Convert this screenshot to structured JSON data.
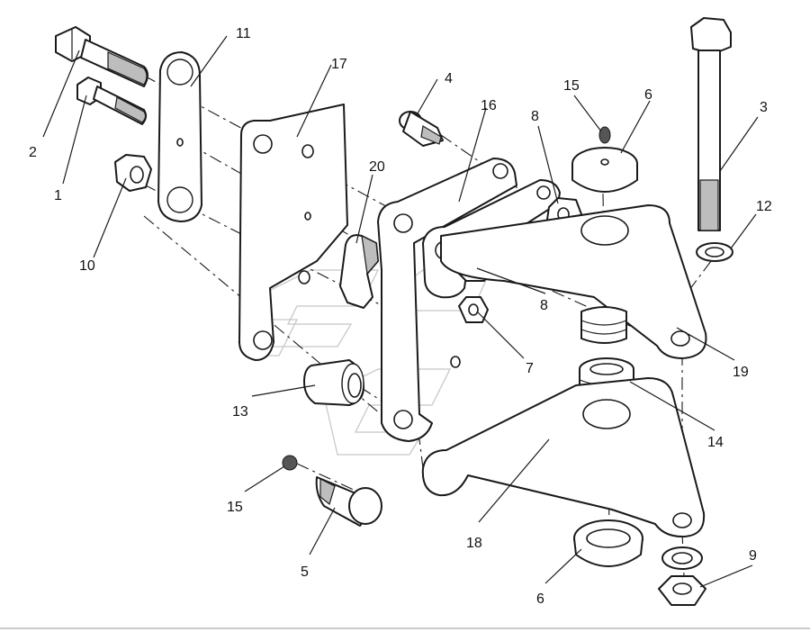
{
  "callouts": {
    "c1": "1",
    "c2": "2",
    "c3": "3",
    "c4": "4",
    "c5": "5",
    "c6a": "6",
    "c6b": "6",
    "c7": "7",
    "c8a": "8",
    "c8b": "8",
    "c9": "9",
    "c10": "10",
    "c11": "11",
    "c12": "12",
    "c13": "13",
    "c14": "14",
    "c15a": "15",
    "c15b": "15",
    "c16": "16",
    "c17": "17",
    "c18": "18",
    "c19": "19",
    "c20": "20"
  }
}
